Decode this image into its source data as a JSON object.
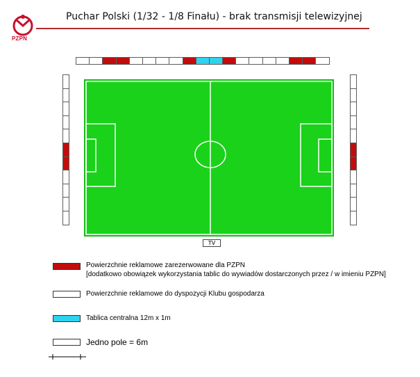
{
  "logo": {
    "text": "PZPN"
  },
  "header": {
    "title": "Puchar Polski (1/32 - 1/8 Finału) - brak transmisji telewizyjnej"
  },
  "colors": {
    "reserved": "#c20c0c",
    "club": "#ffffff",
    "central": "#2ed3ee",
    "pitch": "#19d219",
    "rule": "#b22a2a"
  },
  "top_strip": [
    "white",
    "white",
    "red",
    "red",
    "white",
    "white",
    "white",
    "white",
    "red",
    "blue",
    "blue",
    "red",
    "white",
    "white",
    "white",
    "white",
    "red",
    "red",
    "white"
  ],
  "left_strip": [
    "white",
    "white",
    "white",
    "white",
    "white",
    "red",
    "red",
    "white",
    "white",
    "white",
    "white"
  ],
  "right_strip": [
    "white",
    "white",
    "white",
    "white",
    "white",
    "red",
    "red",
    "white",
    "white",
    "white",
    "white"
  ],
  "tv_label": "TV",
  "legend": {
    "reserved_line1": "Powierzchnie reklamowe zarezerwowane  dla PZPN",
    "reserved_line2": "[dodatkowo obowiązek wykorzystania  tablic do wywiadów dostarczonych  przez  / w imieniu PZPN]",
    "club": "Powierzchnie reklamowe do dyspozycji  Klubu gospodarza",
    "central": "Tablica centralna 12m x 1m",
    "field": "Jedno pole = 6m"
  }
}
